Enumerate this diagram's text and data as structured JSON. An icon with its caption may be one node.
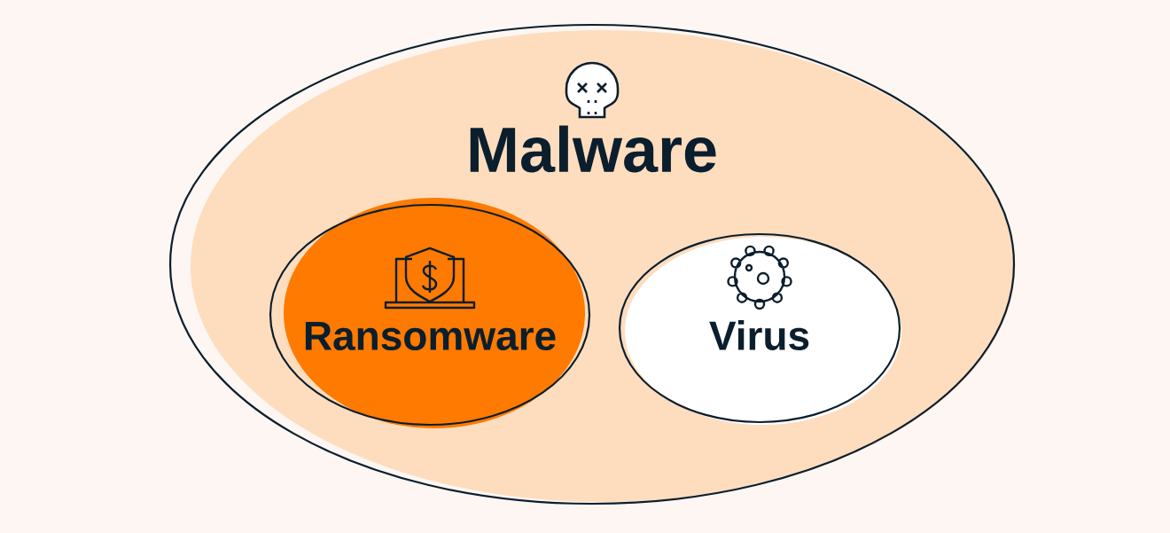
{
  "diagram": {
    "nodes": [
      {
        "text": [
          "Malware"
        ]
      },
      {
        "text": [
          "Ransomware"
        ],
        "in": 0
      },
      {
        "text": [
          "Virus"
        ],
        "in": 0
      }
    ]
  }
}
